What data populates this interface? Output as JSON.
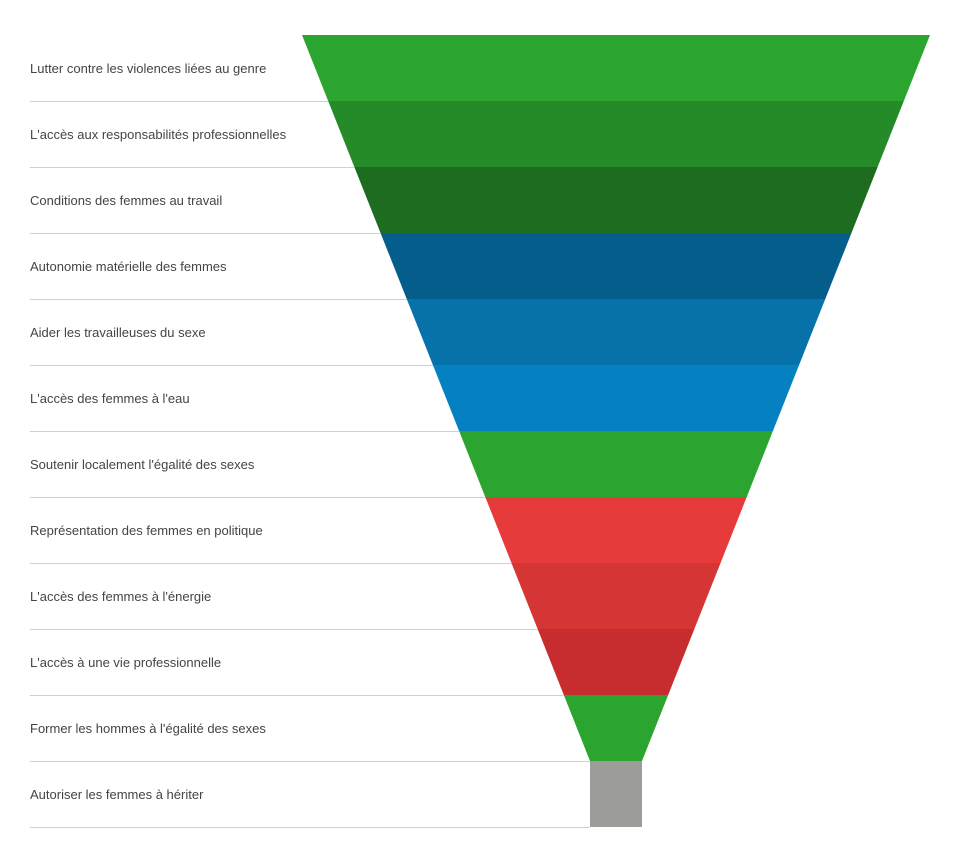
{
  "chart_data": {
    "type": "funnel",
    "title": "",
    "categories": [
      "Lutter contre les violences liées au genre",
      "L'accès aux responsabilités professionnelles",
      "Conditions des femmes au travail",
      "Autonomie matérielle des femmes",
      "Aider les travailleuses du sexe",
      "L'accès des femmes à l'eau",
      "Soutenir localement l'égalité des sexes",
      "Représentation des femmes en politique",
      "L'accès des femmes à l'énergie",
      "L'accès à une vie professionnelle",
      "Former les hommes à l'égalité des sexes",
      "Autoriser les femmes à hériter"
    ],
    "values": [
      12,
      11,
      10,
      9,
      8,
      7,
      6,
      5,
      4,
      3,
      2,
      1
    ],
    "colors": [
      "#2ba52f",
      "#258b29",
      "#1d6c20",
      "#055d8b",
      "#0771a9",
      "#0580c1",
      "#2ba52f",
      "#e63a3b",
      "#d53535",
      "#c72d2e",
      "#2ba52f",
      "#9c9c9b"
    ],
    "grid": true,
    "legend": "none"
  }
}
